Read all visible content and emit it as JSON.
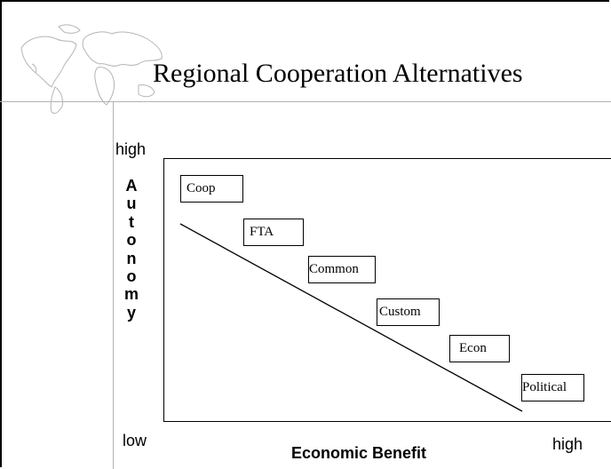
{
  "slide": {
    "title": "Regional Cooperation Alternatives"
  },
  "axes": {
    "y_high": "high",
    "y_low": "low",
    "y_title_letters": [
      "A",
      "u",
      "t",
      "o",
      "n",
      "o",
      "m",
      "y"
    ],
    "x_title": "Economic Benefit",
    "x_high": "high"
  },
  "options": [
    {
      "label": "Coop"
    },
    {
      "label": "FTA"
    },
    {
      "label": "Common"
    },
    {
      "label": "Custom"
    },
    {
      "label": "Econ"
    },
    {
      "label": "Political"
    }
  ],
  "decoration": {
    "icon": "world-map-icon"
  }
}
